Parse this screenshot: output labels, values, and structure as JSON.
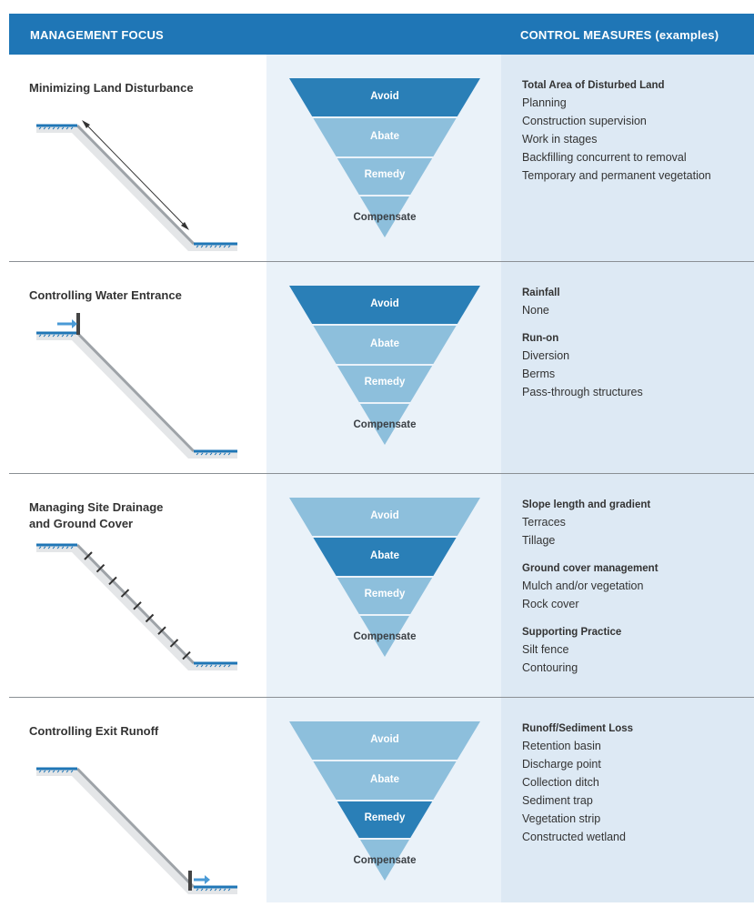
{
  "header": {
    "left": "MANAGEMENT FOCUS",
    "right": "CONTROL MEASURES (examples)"
  },
  "colors": {
    "header": "#1f76b6",
    "dark_level": "#2a7fb7",
    "light_level": "#8dbfdc",
    "mid_column": "#eaf2f9",
    "right_column": "#dde9f4"
  },
  "levels": [
    "Avoid",
    "Abate",
    "Remedy",
    "Compensate"
  ],
  "rows": [
    {
      "title": [
        "Minimizing Land Disturbance"
      ],
      "highlight": "Avoid",
      "illustration": "slope-with-measured-length",
      "groups": [
        {
          "title": "Total Area of Disturbed Land",
          "items": [
            "Planning",
            "Construction supervision",
            "Work in stages",
            "Backfilling concurrent to removal",
            "Temporary and permanent vegetation"
          ]
        }
      ]
    },
    {
      "title": [
        "Controlling Water Entrance"
      ],
      "highlight": "Avoid",
      "illustration": "slope-with-top-barrier",
      "groups": [
        {
          "title": "Rainfall",
          "items": [
            "None"
          ]
        },
        {
          "title": "Run-on",
          "items": [
            "Diversion",
            "Berms",
            "Pass-through structures"
          ]
        }
      ]
    },
    {
      "title": [
        "Managing Site Drainage",
        "and Ground Cover"
      ],
      "highlight": "Abate",
      "illustration": "slope-with-terraces",
      "groups": [
        {
          "title": "Slope length and gradient",
          "items": [
            "Terraces",
            "Tillage"
          ]
        },
        {
          "title": "Ground cover management",
          "items": [
            "Mulch and/or vegetation",
            "Rock cover"
          ]
        },
        {
          "title": "Supporting Practice",
          "items": [
            "Silt fence",
            "Contouring"
          ]
        }
      ]
    },
    {
      "title": [
        "Controlling Exit Runoff"
      ],
      "highlight": "Remedy",
      "illustration": "slope-with-bottom-barrier",
      "groups": [
        {
          "title": "Runoff/Sediment Loss",
          "items": [
            "Retention basin",
            "Discharge point",
            "Collection ditch",
            "Sediment trap",
            "Vegetation strip",
            "Constructed wetland"
          ]
        }
      ]
    }
  ]
}
